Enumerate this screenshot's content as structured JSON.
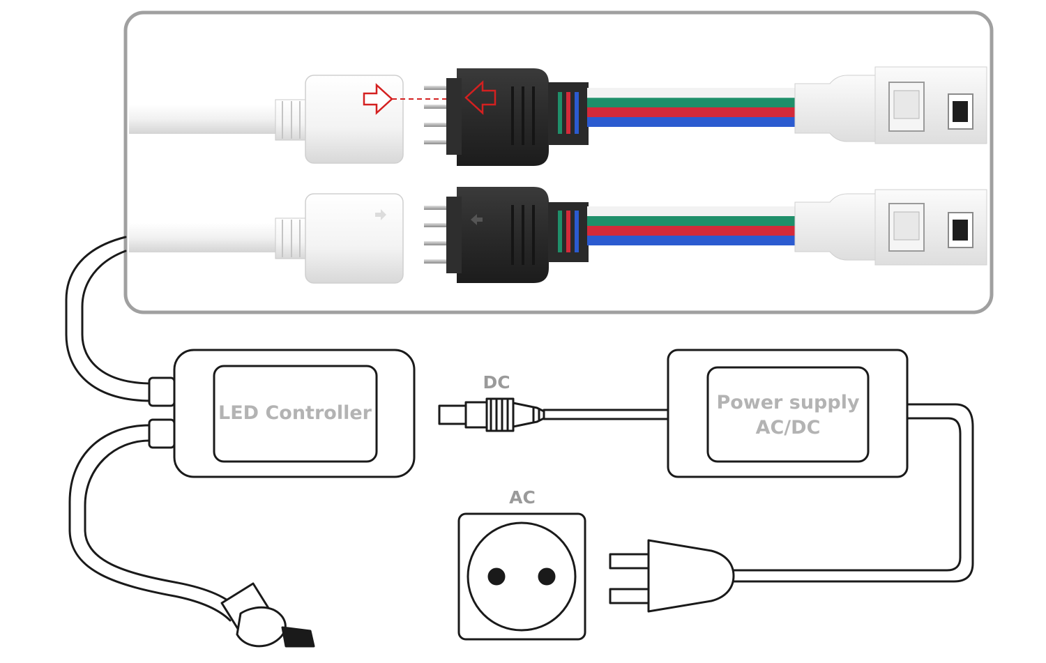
{
  "labels": {
    "controller": "LED Controller",
    "power_supply_line1": "Power supply",
    "power_supply_line2": "AC/DC",
    "dc": "DC",
    "ac": "AC"
  },
  "colors": {
    "panel_border": "#a0a0a0",
    "outline": "#1a1a1a",
    "label_text": "#b3b3b3",
    "connector_black": "#2b2b2b",
    "wire_white": "#f2f2f2",
    "wire_green": "#1f8f6a",
    "wire_red": "#d42a3a",
    "wire_blue": "#2b5bd0",
    "arrow_red": "#d42020",
    "strip_pcb": "#f0f0f0"
  },
  "icons": [
    "arrow-right-icon",
    "arrow-left-icon",
    "power-plug-icon",
    "wall-socket-icon",
    "dc-jack-icon",
    "usb-plug-icon"
  ]
}
